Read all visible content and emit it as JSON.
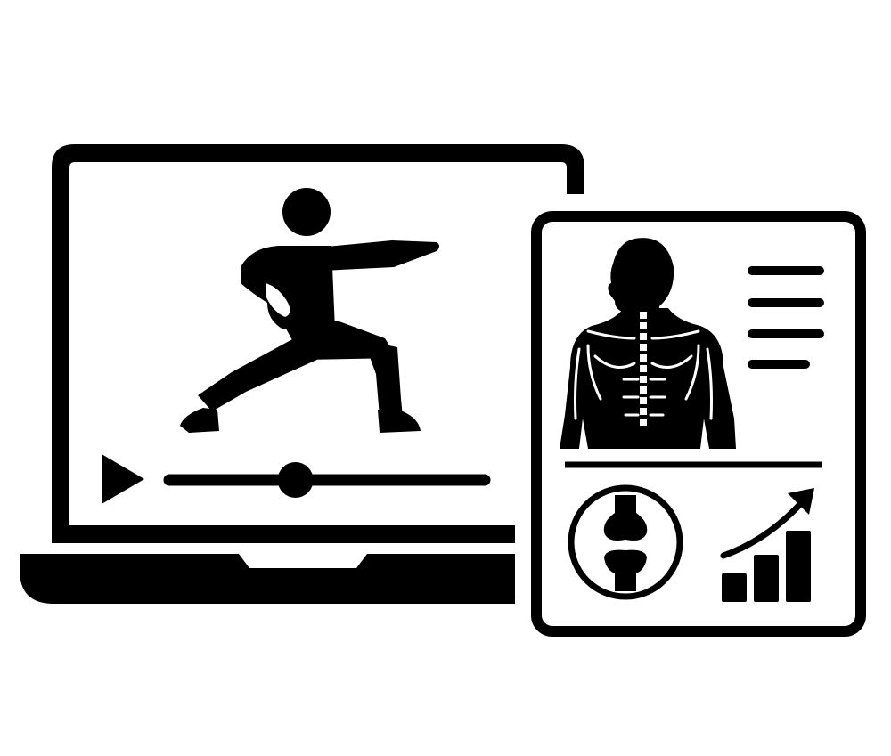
{
  "colors": {
    "ink": "#000000",
    "paper": "#ffffff"
  },
  "icons": {
    "laptop": "laptop-icon",
    "martial_artist": "martial-arts-figure-icon",
    "play": "play-icon",
    "scrubber": "video-scrubber-knob",
    "report": "medical-report-icon",
    "anatomy": "human-torso-anatomy-icon",
    "joint": "knee-joint-icon",
    "growth_chart": "growth-bar-chart-icon",
    "growth_arrow": "trend-arrow-icon"
  },
  "video": {
    "progress": 0.4
  },
  "report": {
    "text_lines": 4,
    "bars": [
      0.3,
      0.5,
      0.75
    ]
  }
}
